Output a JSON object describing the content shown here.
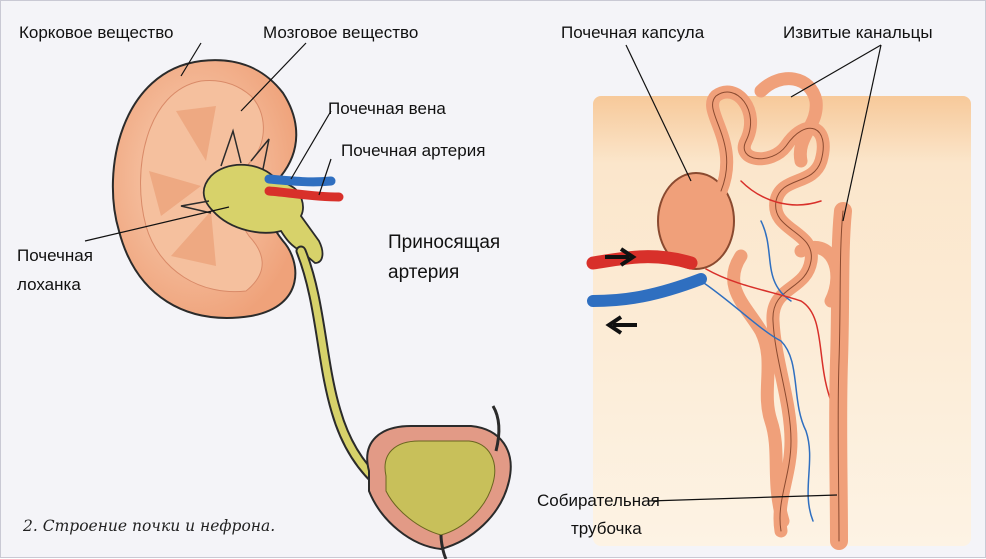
{
  "labels": {
    "cortex": "Корковое вещество",
    "medulla": "Мозговое вещество",
    "renal_vein": "Почечная вена",
    "renal_artery": "Почечная артерия",
    "renal_pelvis_line1": "Почечная",
    "renal_pelvis_line2": "лоханка",
    "afferent_line1": "Приносящая",
    "afferent_line2": "артерия",
    "capsule": "Почечная капсула",
    "tubules": "Извитые канальцы",
    "collecting_line1": "Собирательная",
    "collecting_line2": "трубочка"
  },
  "caption": "2. Строение почки и нефрона.",
  "colors": {
    "kidney": "#f2b48c",
    "kidney_outline": "#2b2b2b",
    "pelvis": "#d7d26a",
    "artery": "#d8302a",
    "vein": "#2f6fc0",
    "nephron": "#f0a07a",
    "nephron_panel": "#fbe8cc",
    "bladder": "#c8c05a",
    "bladder_wall": "#e29a86"
  }
}
